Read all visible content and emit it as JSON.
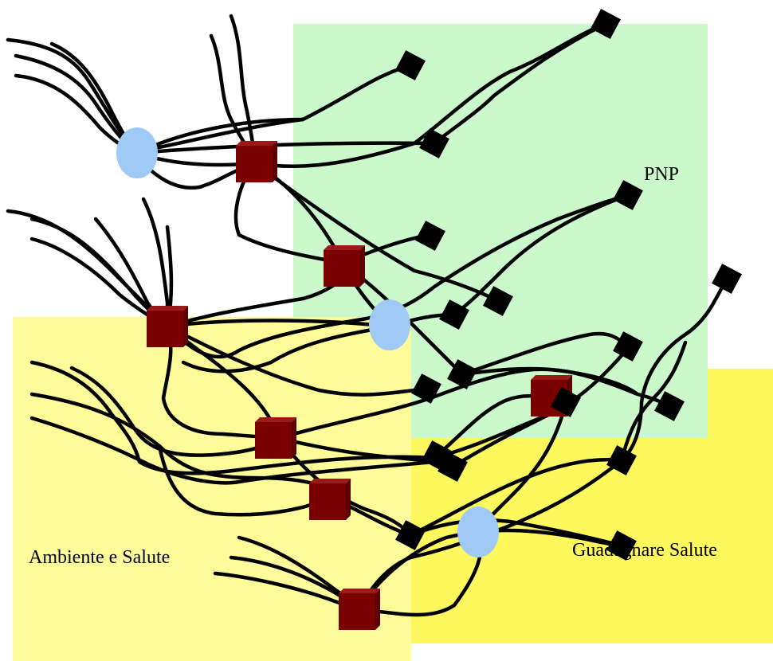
{
  "regions": {
    "pnp": {
      "label": "PNP",
      "color": "#ccf9cc"
    },
    "ambiente": {
      "label": "Ambiente e Salute",
      "color": "#fefb9b"
    },
    "guadagnare": {
      "label": "Guadagnare Salute",
      "color": "#fef85f"
    }
  },
  "colors": {
    "hub_node": "#7a0000",
    "hub_node_top": "#9a1a1a",
    "hub_node_side": "#5a0000",
    "circle_node": "#9fcaf5",
    "end_node": "#000000",
    "strand": "#000000"
  }
}
